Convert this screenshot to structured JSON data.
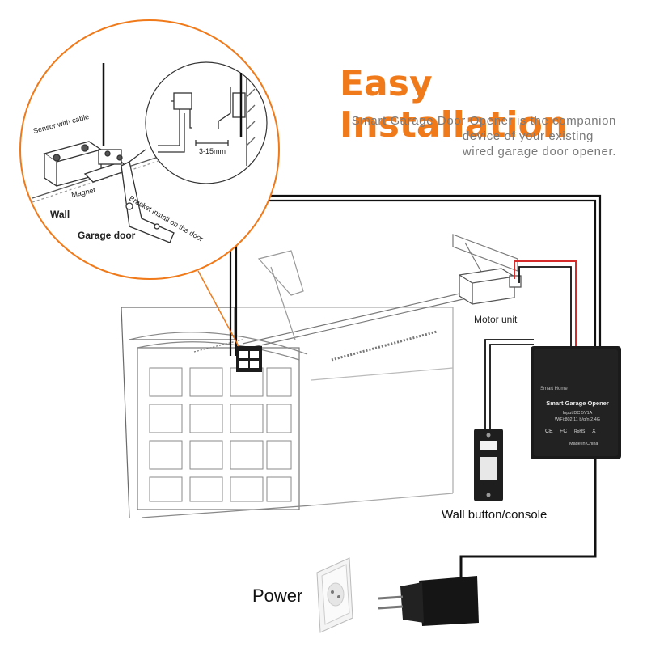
{
  "title": "Easy Installation",
  "subtitle": [
    "Smart Garage Door Opener is the companion",
    "device of your existing",
    "wired garage door opener."
  ],
  "callout": {
    "sensor_label": "Sensor with cable",
    "magnet_label": "Magnet",
    "bracket_label": "Bracket install on the door",
    "gap_label": "3-15mm",
    "wall_label": "Wall",
    "garage_door_label": "Garage door"
  },
  "labels": {
    "motor_unit": "Motor unit",
    "wall_button": "Wall button/console",
    "power": "Power"
  },
  "device": {
    "brand": "Smart Home",
    "name": "Smart Garage Opener",
    "input": "Input:DC 5V1A",
    "wifi": "WiFi:802.11 b/g/n 2.4G",
    "made_in": "Made in China",
    "marks": [
      "CE",
      "FC",
      "RoHS",
      "X"
    ]
  },
  "colors": {
    "accent": "#f07a1a",
    "wire_red": "#d62b2b",
    "wire_black": "#111111",
    "device_body": "#1b1b1b"
  }
}
